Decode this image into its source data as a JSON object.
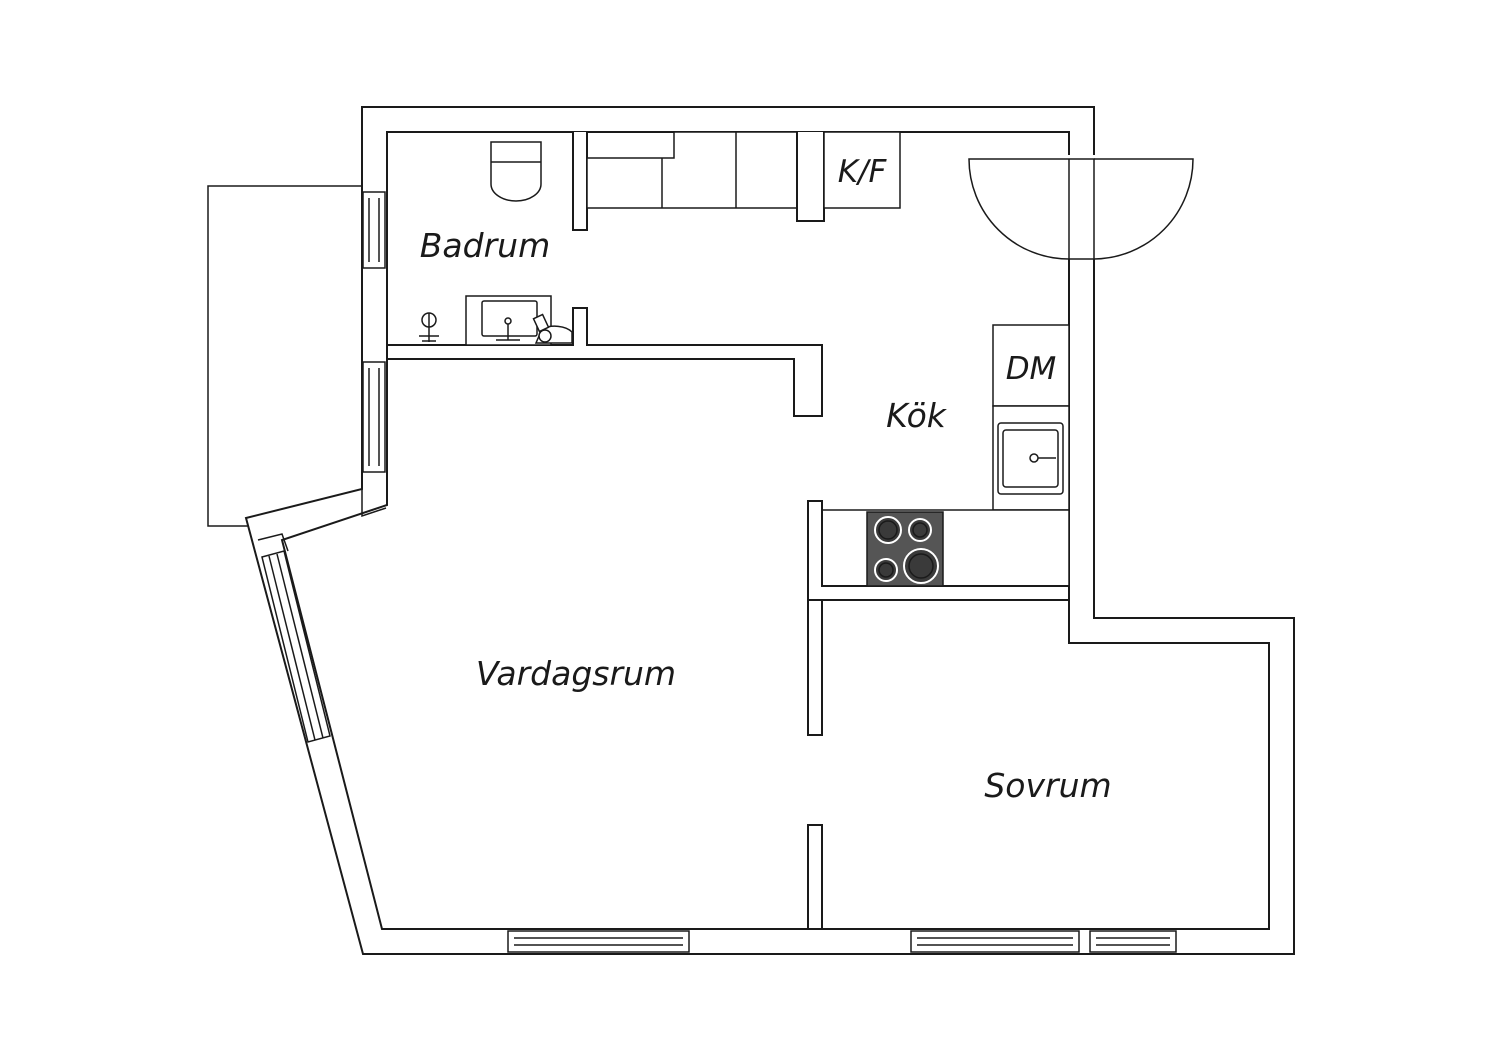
{
  "plan": {
    "rooms": {
      "bathroom": "Badrum",
      "kitchen": "Kök",
      "living_room": "Vardagsrum",
      "bedroom": "Sovrum"
    },
    "appliances": {
      "fridge_freezer": "K/F",
      "dishwasher": "DM"
    },
    "colors": {
      "line": "#1a1a1a",
      "background": "#ffffff",
      "stove_top": "#555555",
      "burner": "#3a3a3a"
    }
  }
}
